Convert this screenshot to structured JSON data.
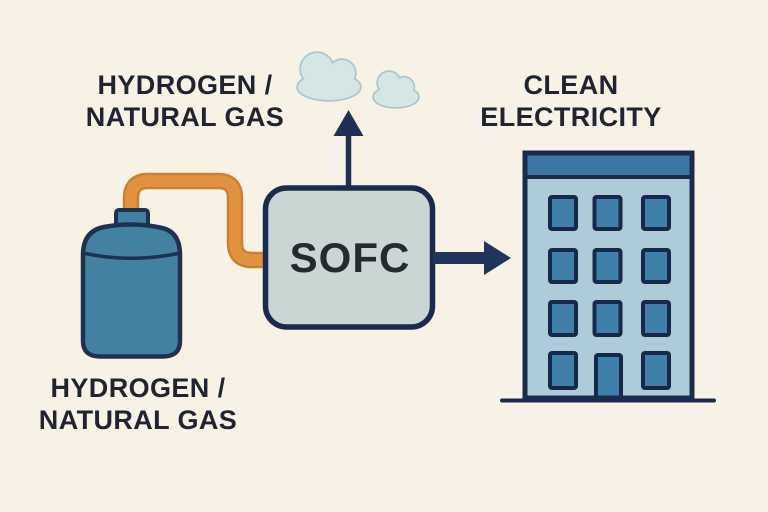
{
  "labels": {
    "fuel_top": {
      "line1": "HYDROGEN /",
      "line2": "NATURAL GAS"
    },
    "fuel_bottom": {
      "line1": "HYDROGEN /",
      "line2": "NATURAL GAS"
    },
    "electricity": {
      "line1": "CLEAN",
      "line2": "ELECTRICITY"
    }
  },
  "nodes": {
    "sofc": {
      "label": "SOFC"
    }
  },
  "icons": {
    "fuel_tank": "fuel-tank-icon",
    "pipe": "fuel-pipe-icon",
    "clouds": "exhaust-clouds-icon",
    "exhaust_arrow": "exhaust-arrow-icon",
    "electricity_arrow": "electricity-arrow-icon",
    "building": "building-icon"
  },
  "colors": {
    "background": "#F8F2E6",
    "outline_navy": "#1F3052",
    "tank_blue": "#4381A0",
    "pipe_orange": "#E2923E",
    "pipe_orange_edge": "#CA8033",
    "sofc_fill": "#C9D6D3",
    "sofc_border": "#1B2B4C",
    "building_body": "#AECBD9",
    "building_band": "#3A77A5",
    "window_blue": "#3F7FA9",
    "cloud_fill": "#D6E6E4",
    "cloud_stroke": "#A9C6D2",
    "text_dark": "#1F2430"
  }
}
